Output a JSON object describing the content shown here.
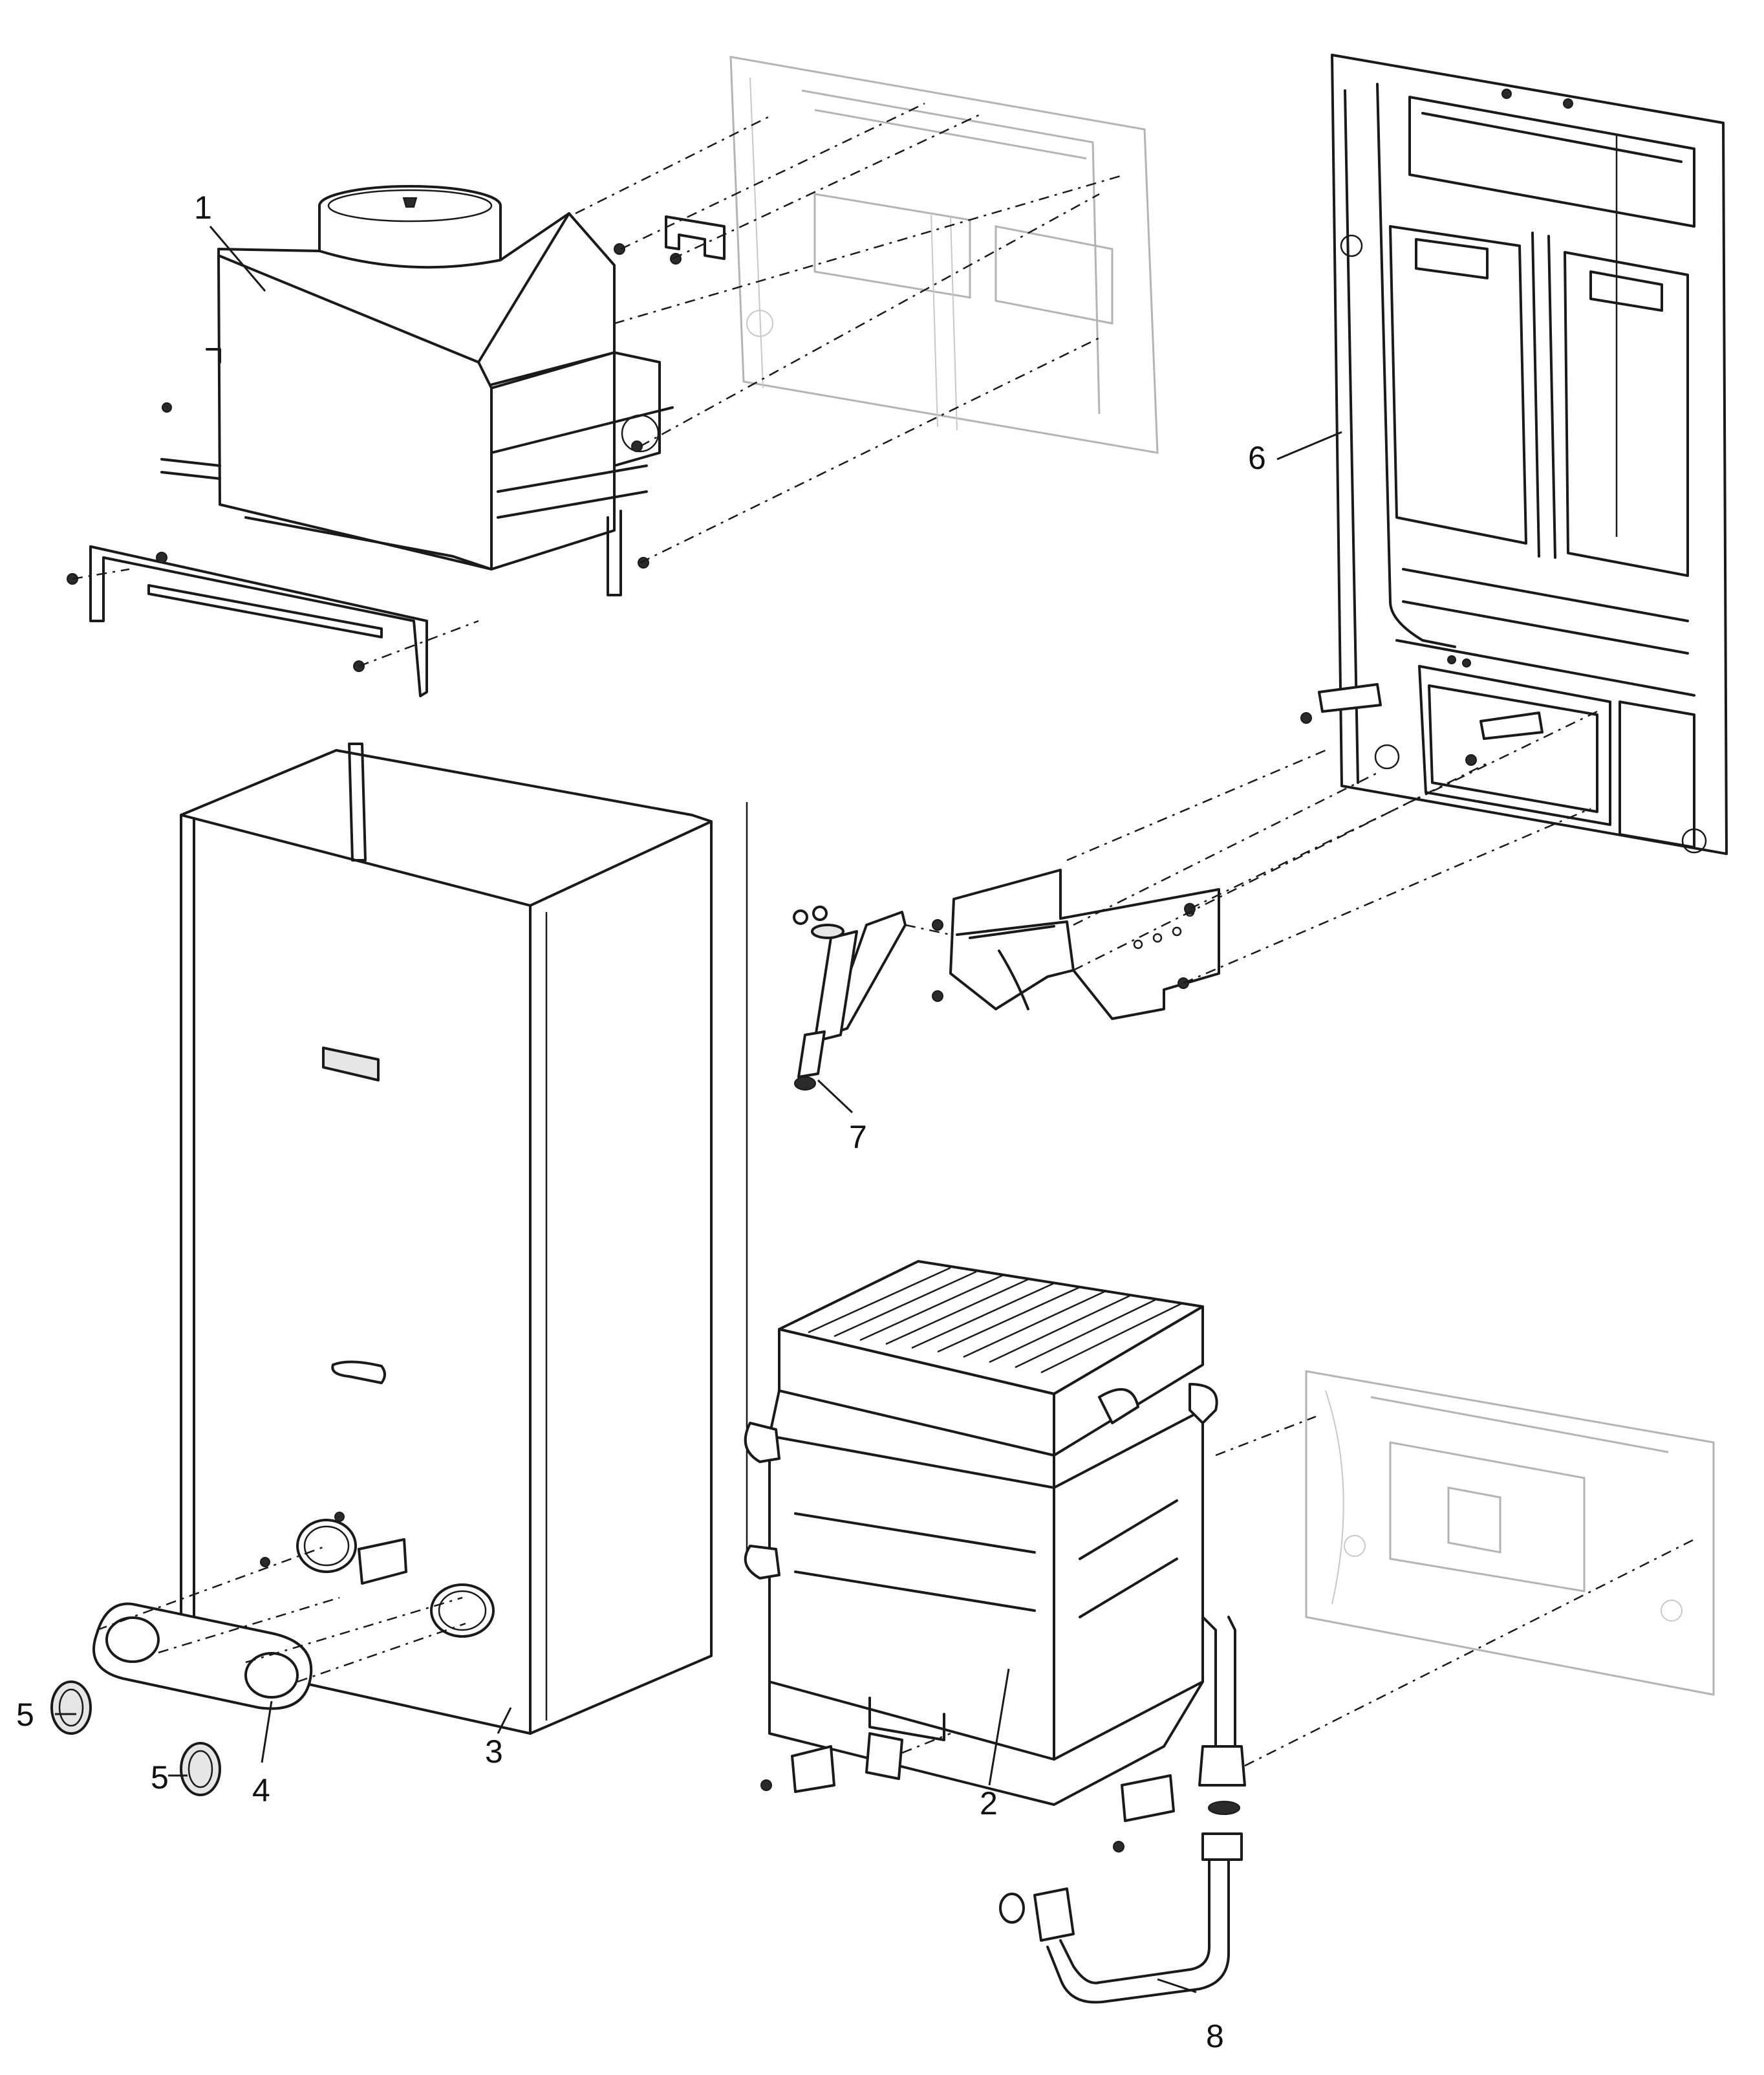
{
  "callouts": {
    "c1": "1",
    "c2": "2",
    "c3": "3",
    "c4": "4",
    "c5a": "5",
    "c5b": "5",
    "c6": "6",
    "c7": "7",
    "c8": "8"
  },
  "colors": {
    "line": "#1a1a1a",
    "ghost_line": "#b4b4b4",
    "background": "#ffffff"
  }
}
